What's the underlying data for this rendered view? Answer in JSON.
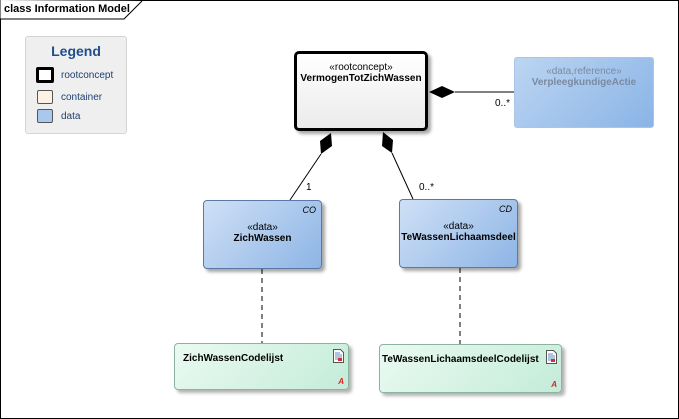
{
  "frame": {
    "title": "class Information Model"
  },
  "legend": {
    "title": "Legend",
    "items": [
      {
        "label": "rootconcept",
        "color": "#ffffff",
        "border": "#000000"
      },
      {
        "label": "container",
        "color": "#fcf1e4",
        "border": "#555555"
      },
      {
        "label": "data",
        "color": "#a9c8ee",
        "border": "#555555"
      }
    ]
  },
  "classes": {
    "root": {
      "stereotype": "«rootconcept»",
      "name": "VermogenTotZichWassen"
    },
    "ref": {
      "stereotype": "«data,reference»",
      "name": "VerpleegkundigeActie"
    },
    "zich": {
      "stereotype": "«data»",
      "name": "ZichWassen",
      "tag": "CO"
    },
    "tew": {
      "stereotype": "«data»",
      "name": "TeWassenLichaamsdeel",
      "tag": "CD"
    },
    "zcl": {
      "name": "ZichWassenCodelijst",
      "mark": "A"
    },
    "tcl": {
      "name": "TeWassenLichaamsdeelCodelijst",
      "mark": "A"
    }
  },
  "multiplicities": {
    "ref": "0..*",
    "zich": "1",
    "tew": "0..*"
  }
}
